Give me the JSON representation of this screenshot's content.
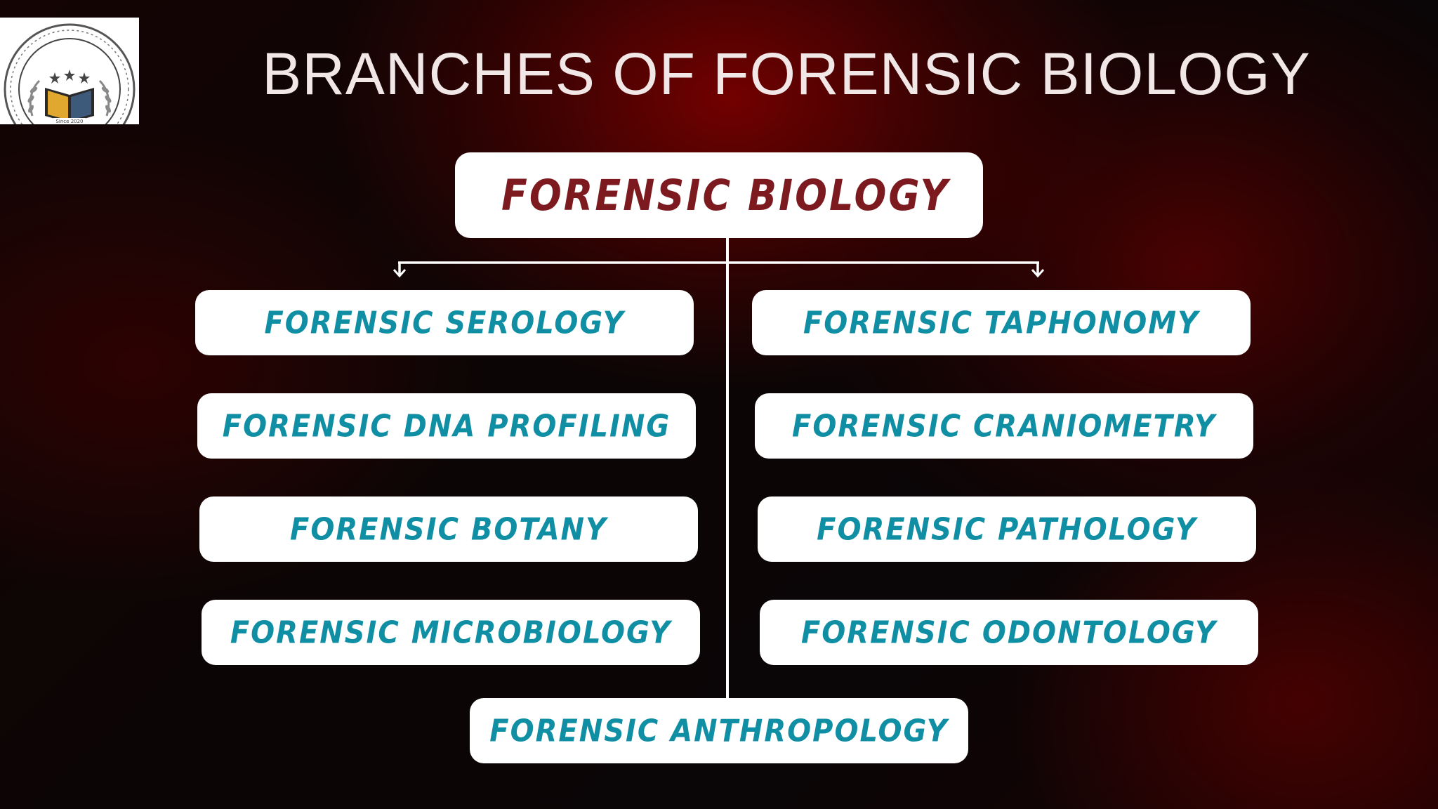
{
  "slide": {
    "title": "BRANCHES OF FORENSIC BIOLOGY",
    "logo": {
      "caption": "Since 2020",
      "icon": "open-book-laurel-emblem-icon"
    }
  },
  "diagram": {
    "root": {
      "label": "FORENSIC BIOLOGY"
    },
    "left_branches": [
      {
        "label": "FORENSIC SEROLOGY"
      },
      {
        "label": "FORENSIC DNA PROFILING"
      },
      {
        "label": "FORENSIC BOTANY"
      },
      {
        "label": "FORENSIC MICROBIOLOGY"
      }
    ],
    "right_branches": [
      {
        "label": "FORENSIC TAPHONOMY"
      },
      {
        "label": "FORENSIC CRANIOMETRY"
      },
      {
        "label": "FORENSIC PATHOLOGY"
      },
      {
        "label": "FORENSIC ODONTOLOGY"
      }
    ],
    "bottom_branch": {
      "label": "FORENSIC ANTHROPOLOGY"
    },
    "colors": {
      "root_text": "#7d1a1f",
      "branch_text": "#0f8ea4",
      "box_fill": "#ffffff",
      "connector": "#ffffff",
      "title_text": "#f2e7e7"
    }
  }
}
